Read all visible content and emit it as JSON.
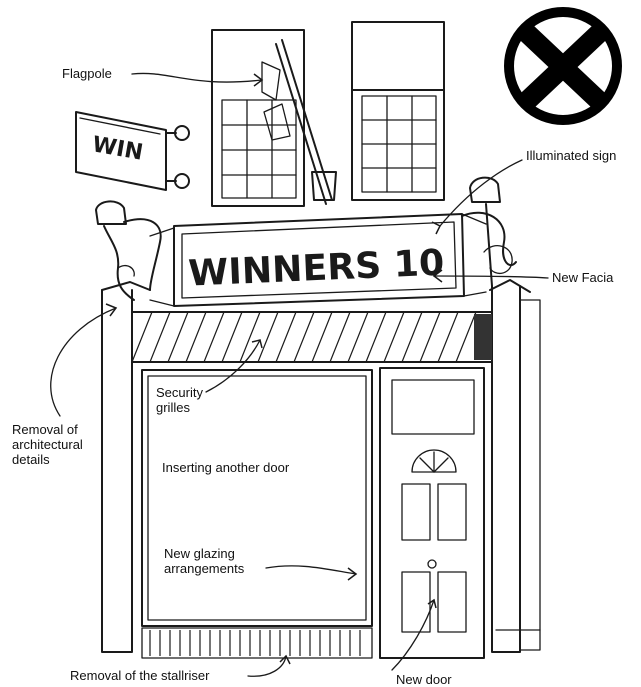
{
  "sign": {
    "facia_text": "WINNERS 10",
    "projecting_text": "WIN"
  },
  "labels": {
    "flagpole": "Flagpole",
    "illuminated_sign": "Illuminated sign",
    "new_facia": "New Facia",
    "removal_arch_1": "Removal of",
    "removal_arch_2": "architectural",
    "removal_arch_3": "details",
    "security_1": "Security",
    "security_2": "grilles",
    "another_door": "Inserting another door",
    "glazing_1": "New glazing",
    "glazing_2": "arrangements",
    "stallriser": "Removal of the stallriser",
    "new_door": "New door"
  },
  "icons": {
    "reject": "x-circle-icon"
  },
  "colors": {
    "ink": "#1a1a1a",
    "background": "#ffffff"
  }
}
